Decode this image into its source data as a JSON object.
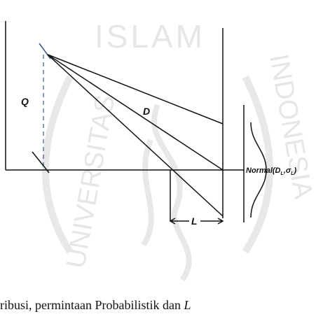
{
  "watermark": {
    "top_text": "ISLAM",
    "left_text": "UNIVERSITAS",
    "right_text": "INDONESIA",
    "color": "#e6e6e6"
  },
  "labels": {
    "q": "Q",
    "d": "D",
    "l": "L",
    "distribution": "Normal(D",
    "distribution_sub1": "L",
    "distribution_sep": ",σ",
    "distribution_sub2": "L",
    "distribution_end": ")"
  },
  "caption": {
    "text": "ribusi, permintaan Probabilistik dan ",
    "italic_tail": "L"
  },
  "colors": {
    "ink": "#111111",
    "dashed": "#3b5a8a"
  }
}
